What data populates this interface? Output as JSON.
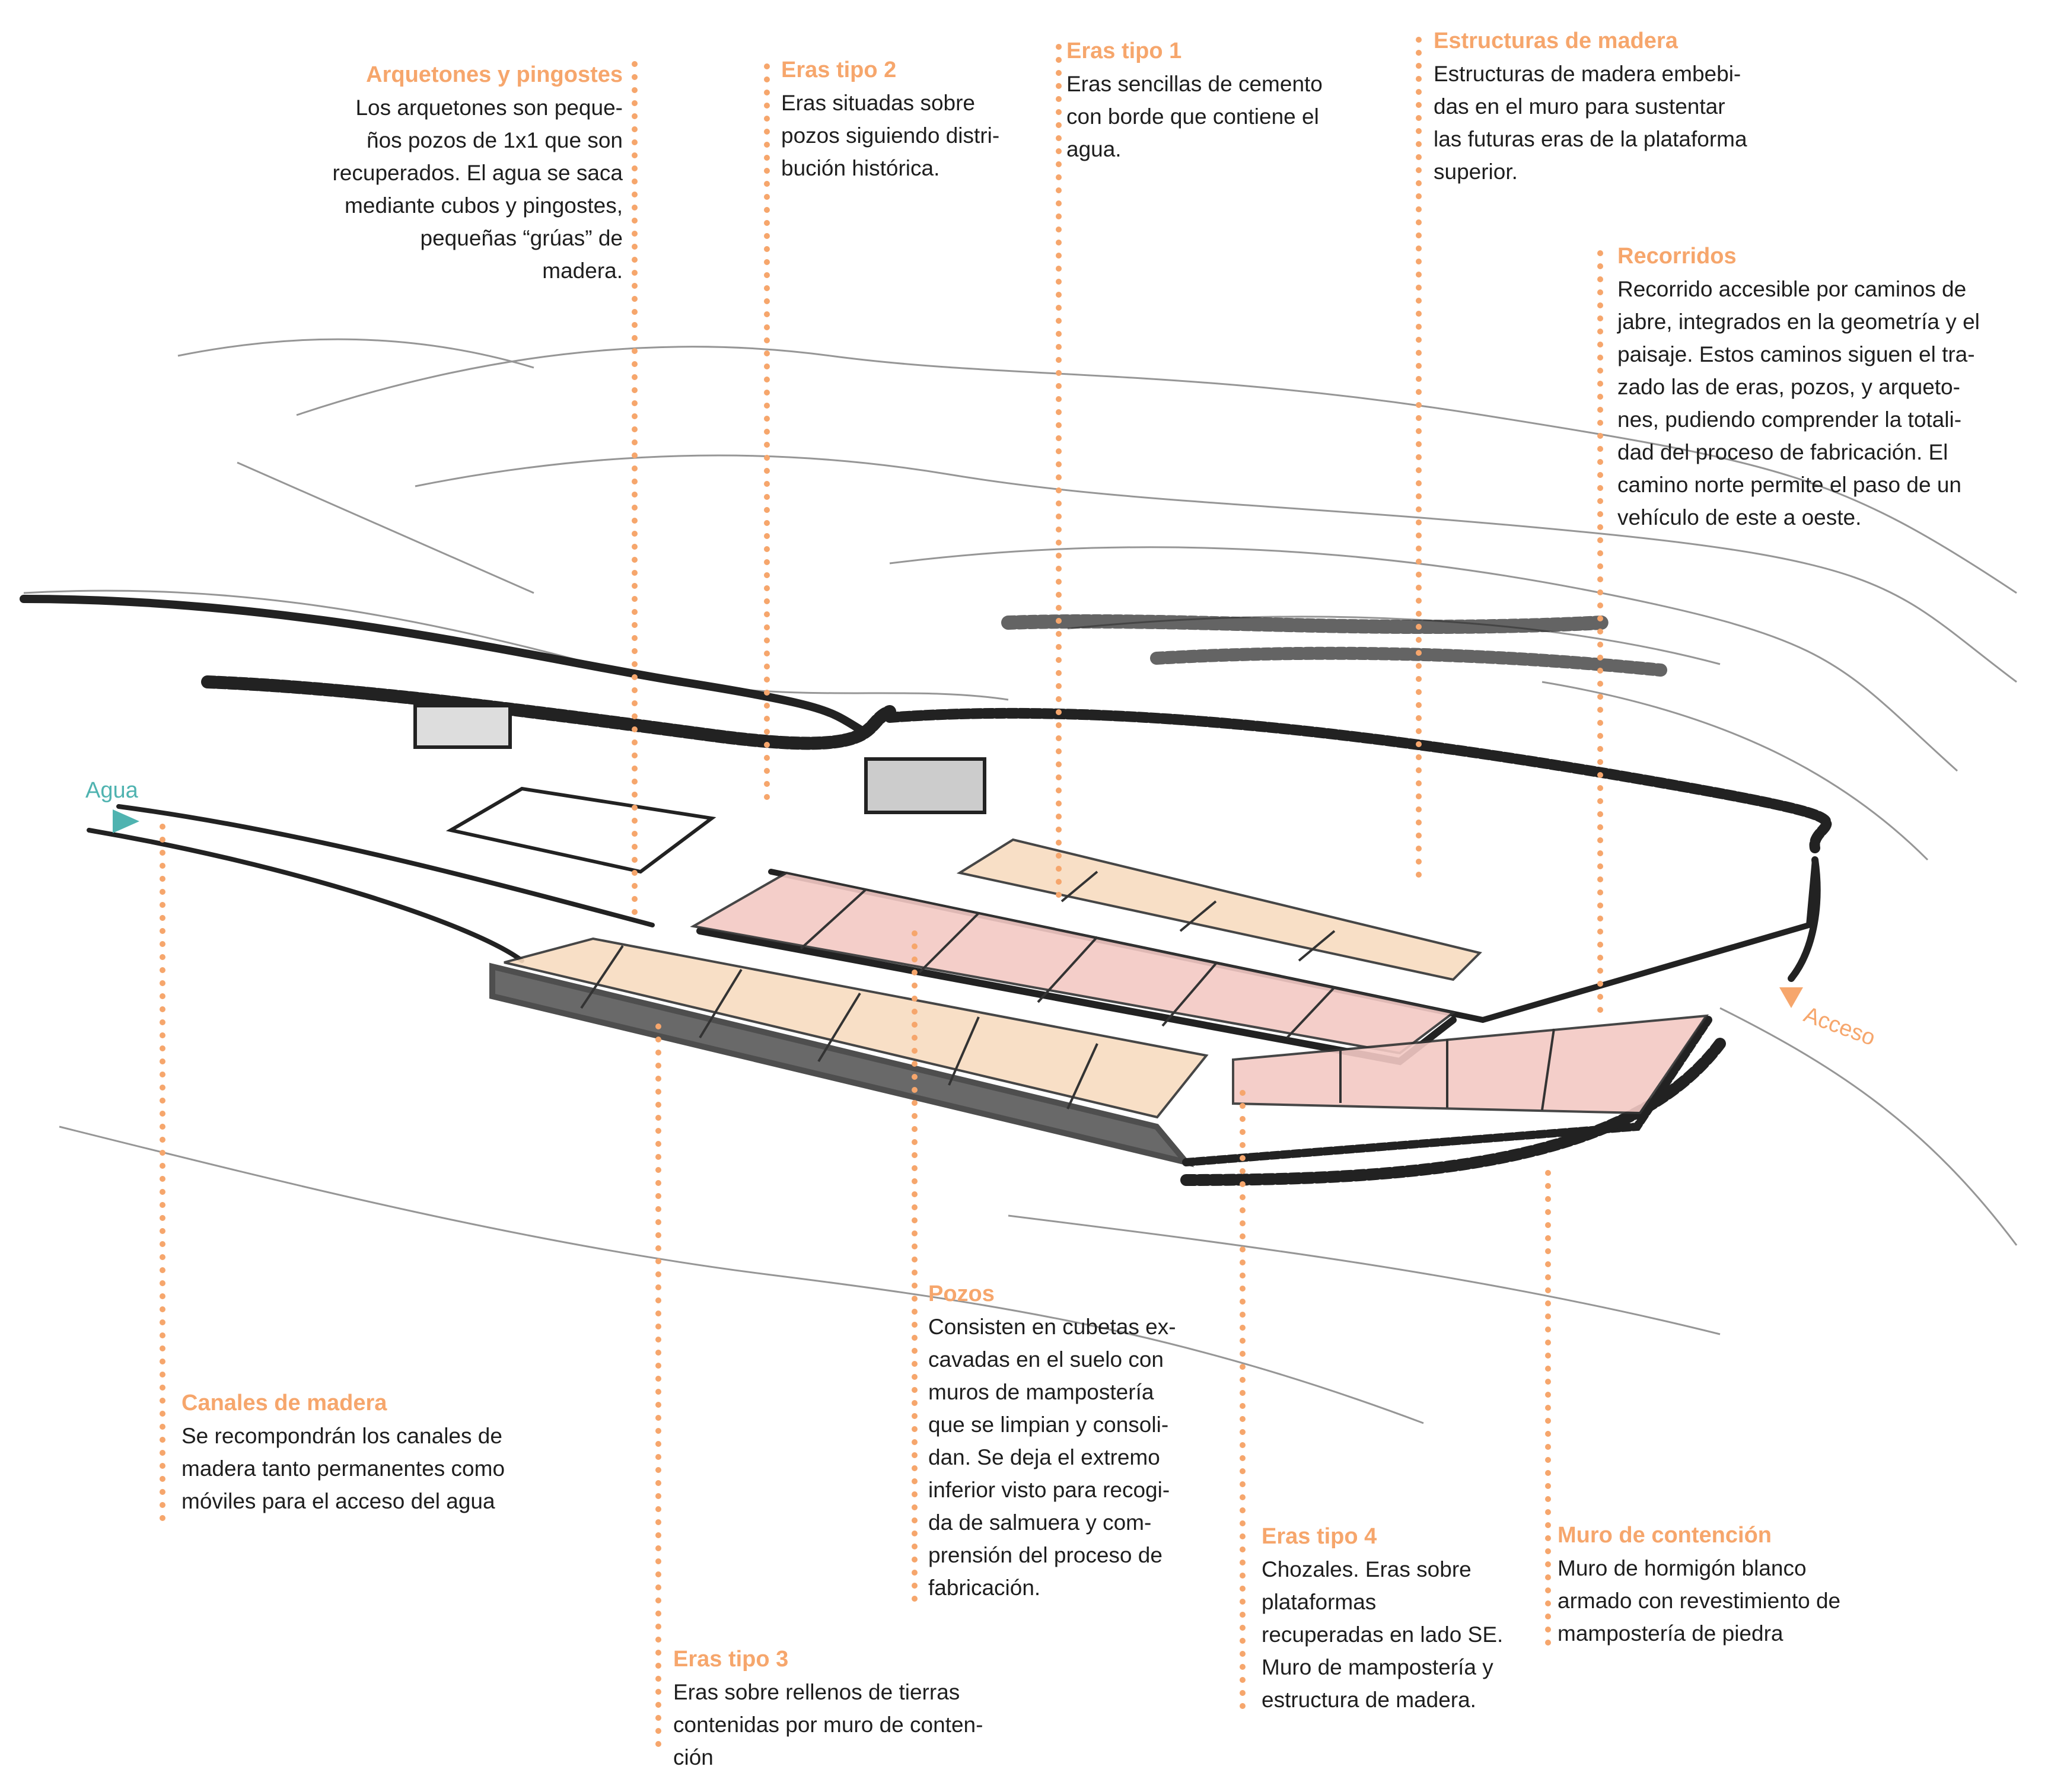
{
  "colors": {
    "accent": "#f6a66c",
    "water": "#4fb3b0",
    "era_pink": "#f3c9c4",
    "era_beige": "#f8dcc0",
    "ink": "#1e1e1e"
  },
  "annotations": [
    {
      "title": "Arquetones  y pingostes",
      "body": "Los arquetones son peque-\nños pozos de 1x1 que son\nrecuperados. El agua se saca\nmediante cubos y pingostes,\npequeñas “grúas” de\nmadera."
    },
    {
      "title": "Eras tipo 2",
      "body": "Eras situadas sobre\npozos siguiendo distri-\nbución histórica."
    },
    {
      "title": "Eras tipo 1",
      "body": "Eras sencillas de cemento\ncon borde que contiene el\nagua."
    },
    {
      "title": "Estructuras de madera",
      "body": "Estructuras de madera embebi-\ndas en el muro para sustentar\nlas futuras eras de la plataforma\nsuperior."
    },
    {
      "title": "Recorridos",
      "body": "Recorrido accesible por caminos de\njabre, integrados en la geometría y el\npaisaje. Estos caminos siguen el tra-\nzado las de eras, pozos, y arqueto-\nnes, pudiendo comprender la totali-\ndad del proceso de fabricación.  El\ncamino norte permite el paso de un\nvehículo de este a oeste."
    },
    {
      "title": "Canales de madera",
      "body": "Se recompondrán los canales de\nmadera tanto permanentes como\nmóviles para el acceso del agua"
    },
    {
      "title": "Eras tipo 3",
      "body": "Eras sobre rellenos de tierras\ncontenidas por muro de conten-\nción"
    },
    {
      "title": "Pozos",
      "body": "Consisten en cubetas ex-\ncavadas en el suelo con\nmuros de mampostería\nque se limpian y consoli-\ndan. Se deja el extremo\ninferior visto para recogi-\nda de salmuera y com-\nprensión  del proceso de\nfabricación."
    },
    {
      "title": "Eras tipo 4",
      "body": "Chozales. Eras sobre\nplataformas\nrecuperadas en lado SE.\nMuro de mampostería y\nestructura de madera."
    },
    {
      "title": "Muro de contención",
      "body": "Muro de hormigón blanco\narmado con revestimiento de\nmampostería de piedra"
    }
  ],
  "labels": {
    "water": "Agua",
    "access": "Acceso"
  }
}
